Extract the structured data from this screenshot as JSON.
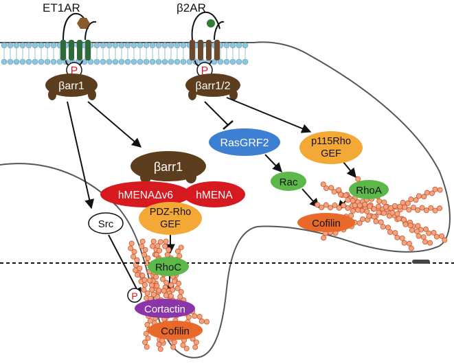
{
  "receptors": {
    "et1ar": "ET1AR",
    "b2ar": "β2AR"
  },
  "phospho": "P",
  "barr1_left": "βarr1",
  "barr12": "βarr1/2",
  "barr1_mid": "βarr1",
  "hmena_dv6": "hMENAΔv6",
  "hmena": "hMENA",
  "pdz_rho_gef": [
    "PDZ-Rho",
    "GEF"
  ],
  "src": "Src",
  "rhoc": "RhoC",
  "cortactin": "Cortactin",
  "cofilin_low": "Cofilin",
  "rasgrf2": "RasGRF2",
  "rac": "Rac",
  "cofilin_right": "Cofilin",
  "p115rhogef": [
    "p115Rho",
    "GEF"
  ],
  "rhoa": "RhoA",
  "colors": {
    "brown": "#5c3d1e",
    "red": "#d71920",
    "orange_gef": "#f4a836",
    "green": "#5cb848",
    "blue": "#3d7fd1",
    "purple": "#8a35a8",
    "cofilin_orange": "#e8692a",
    "bead": "#f4a27f",
    "lipid": "#8fc6dc",
    "helix": "#2f6b3a"
  }
}
